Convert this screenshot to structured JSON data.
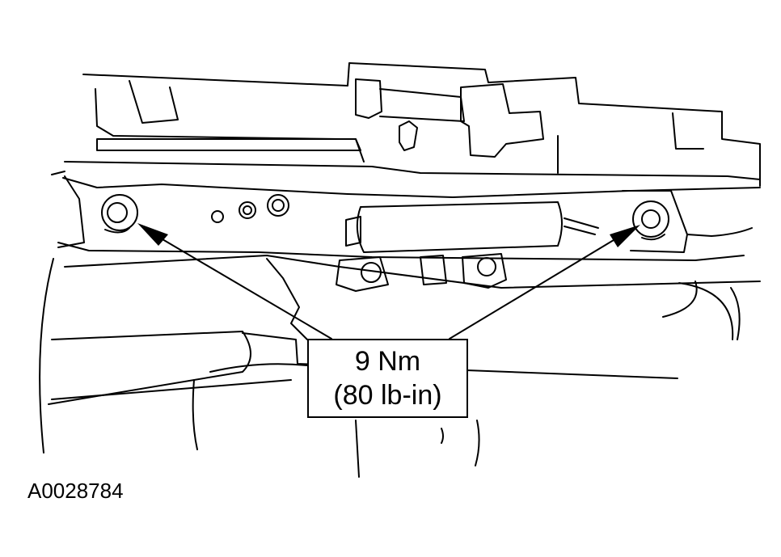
{
  "callout": {
    "torque_nm": "9 Nm",
    "torque_lbin": "(80 lb-in)"
  },
  "figure": {
    "id": "A0028784"
  },
  "colors": {
    "line": "#000000",
    "background": "#ffffff"
  },
  "icons": [
    "left-bolt-icon",
    "right-bolt-icon",
    "arrow-head-icon"
  ]
}
